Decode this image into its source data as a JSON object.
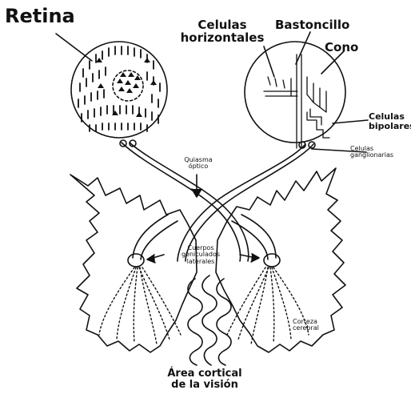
{
  "labels": {
    "retina": "Retina",
    "celulas_horizontales_1": "Celulas",
    "celulas_horizontales_2": "horizontales",
    "bastoncillo": "Bastoncillo",
    "cono": "Cono",
    "celulas_bipolares_1": "Celulas",
    "celulas_bipolares_2": "bipolares",
    "celulas_ganglionares_1": "Celulas",
    "celulas_ganglionares_2": "ganglionarias",
    "quiasma_1": "Quiasma",
    "quiasma_2": "óptico",
    "cuerpos_1": "Cuerpos",
    "cuerpos_2": "geniculados",
    "cuerpos_3": "laterales",
    "corteza_1": "Corteza",
    "corteza_2": "cerebral",
    "area_1": "Área cortical",
    "area_2": "de la visión"
  }
}
